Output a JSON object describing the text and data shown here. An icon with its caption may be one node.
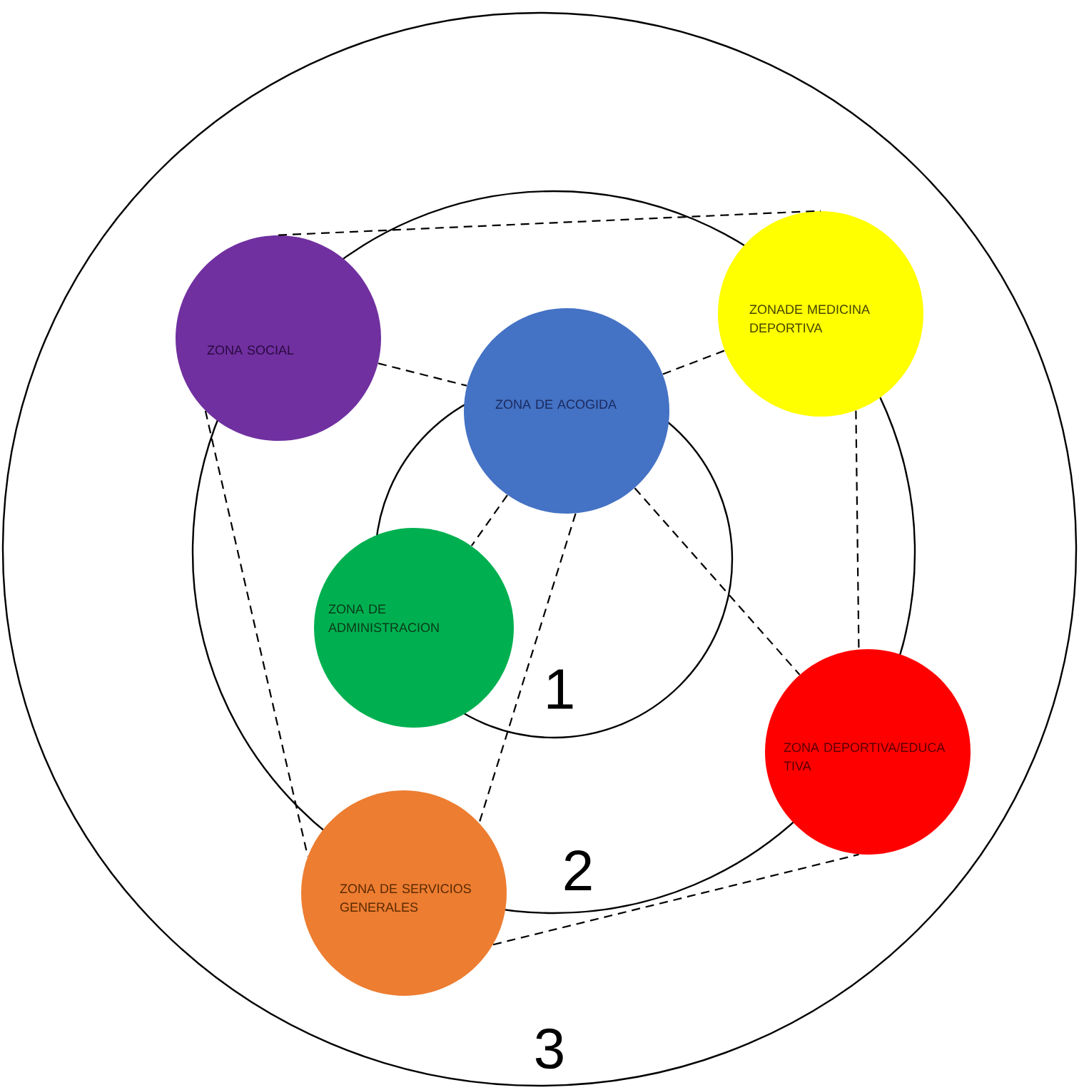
{
  "diagram": {
    "nodes": [
      {
        "text": [
          "ZONA SOCIAL"
        ]
      },
      {
        "text": [
          "ZONADE MEDICINA DEPORTIVA"
        ]
      },
      {
        "text": [
          "ZONA DE ACOGIDA"
        ]
      },
      {
        "text": [
          "ZONA DE ADMINISTRACION"
        ]
      },
      {
        "text": [
          "ZONA DEPORTIVA/EDUCA TIVA"
        ]
      },
      {
        "text": [
          "ZONA DE SERVICIOS GENERALES"
        ]
      }
    ],
    "edges": [
      {
        "from": 0,
        "to": 1,
        "arrow": "none",
        "style": "dashed"
      },
      {
        "from": 0,
        "to": 2,
        "arrow": "none",
        "style": "dashed"
      },
      {
        "from": 2,
        "to": 1,
        "arrow": "none",
        "style": "dashed"
      },
      {
        "from": 2,
        "to": 3,
        "arrow": "none",
        "style": "dashed"
      },
      {
        "from": 2,
        "to": 5,
        "arrow": "none",
        "style": "dashed"
      },
      {
        "from": 2,
        "to": 4,
        "arrow": "none",
        "style": "dashed"
      },
      {
        "from": 0,
        "to": 5,
        "arrow": "none",
        "style": "dashed"
      },
      {
        "from": 1,
        "to": 4,
        "arrow": "none",
        "style": "dashed"
      },
      {
        "from": 5,
        "to": 4,
        "arrow": "none",
        "style": "dashed"
      }
    ],
    "labels": [
      "1",
      "2",
      "3"
    ]
  }
}
